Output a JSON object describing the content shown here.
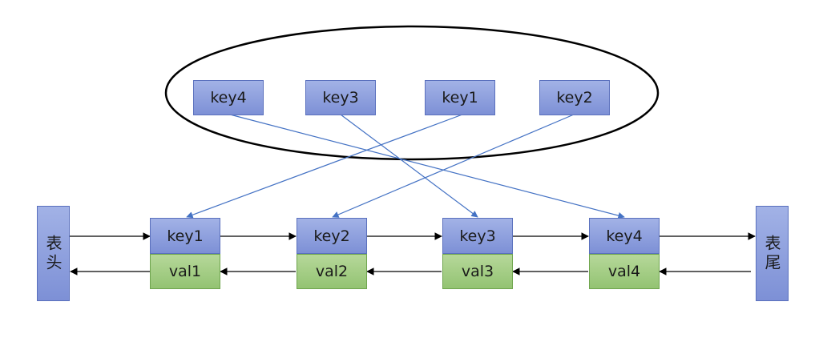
{
  "hash_index": {
    "keys": [
      "key4",
      "key3",
      "key1",
      "key2"
    ]
  },
  "linked_list": {
    "head_label": "表头",
    "tail_label": "表尾",
    "nodes": [
      {
        "key": "key1",
        "val": "val1"
      },
      {
        "key": "key2",
        "val": "val2"
      },
      {
        "key": "key3",
        "val": "val3"
      },
      {
        "key": "key4",
        "val": "val4"
      }
    ]
  },
  "colors": {
    "key_fill": "#8fa0de",
    "val_fill": "#a4cd84",
    "index_arrow": "#4472c4",
    "list_arrow": "#000000"
  }
}
